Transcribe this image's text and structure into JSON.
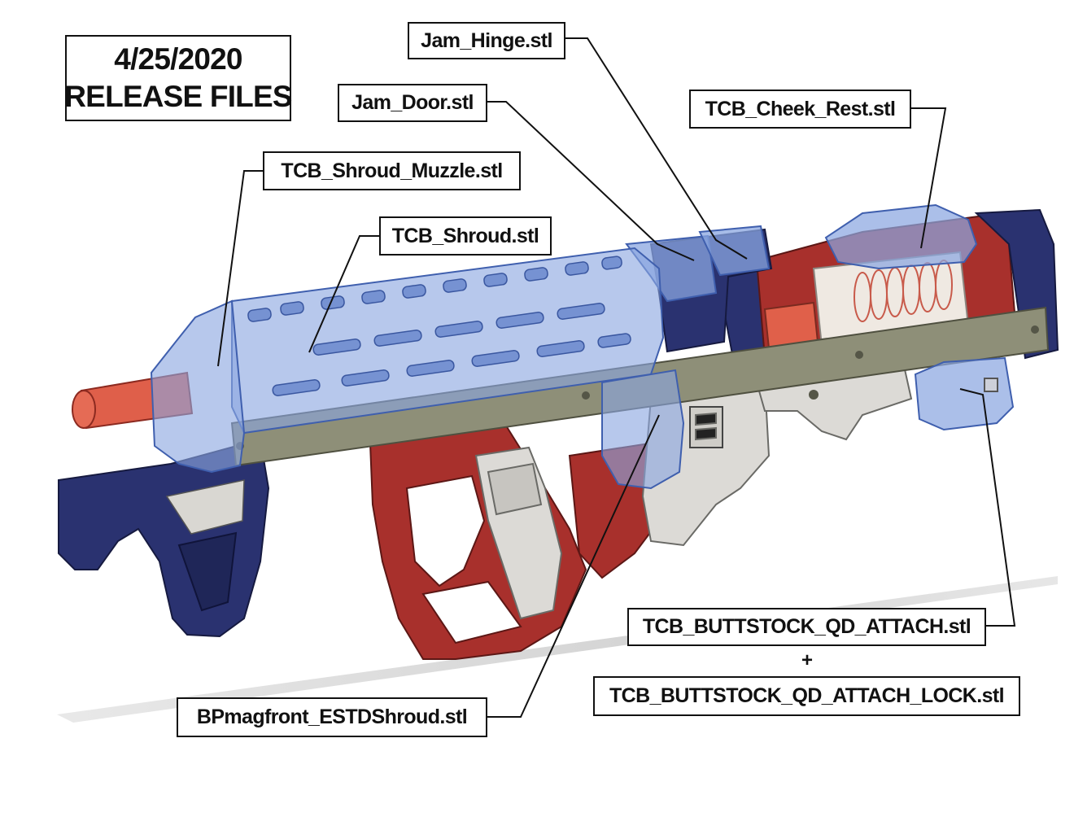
{
  "title": {
    "line1": "4/25/2020",
    "line2": "RELEASE FILES"
  },
  "labels": {
    "jam_hinge": "Jam_Hinge.stl",
    "jam_door": "Jam_Door.stl",
    "cheek_rest": "TCB_Cheek_Rest.stl",
    "shroud_muzzle": "TCB_Shroud_Muzzle.stl",
    "shroud": "TCB_Shroud.stl",
    "buttstock_qd_attach": "TCB_BUTTSTOCK_QD_ATTACH.stl",
    "plus": "+",
    "buttstock_qd_attach_lock": "TCB_BUTTSTOCK_QD_ATTACH_LOCK.stl",
    "bp_magfront": "BPmagfront_ESTDShroud.stl"
  },
  "colors": {
    "navy": "#2a3270",
    "red": "#a8302c",
    "translucent_blue": "#8aa6e0",
    "olive_rail": "#8e8f78",
    "light_gray": "#dcdad6",
    "orange_barrel": "#e0604a"
  }
}
